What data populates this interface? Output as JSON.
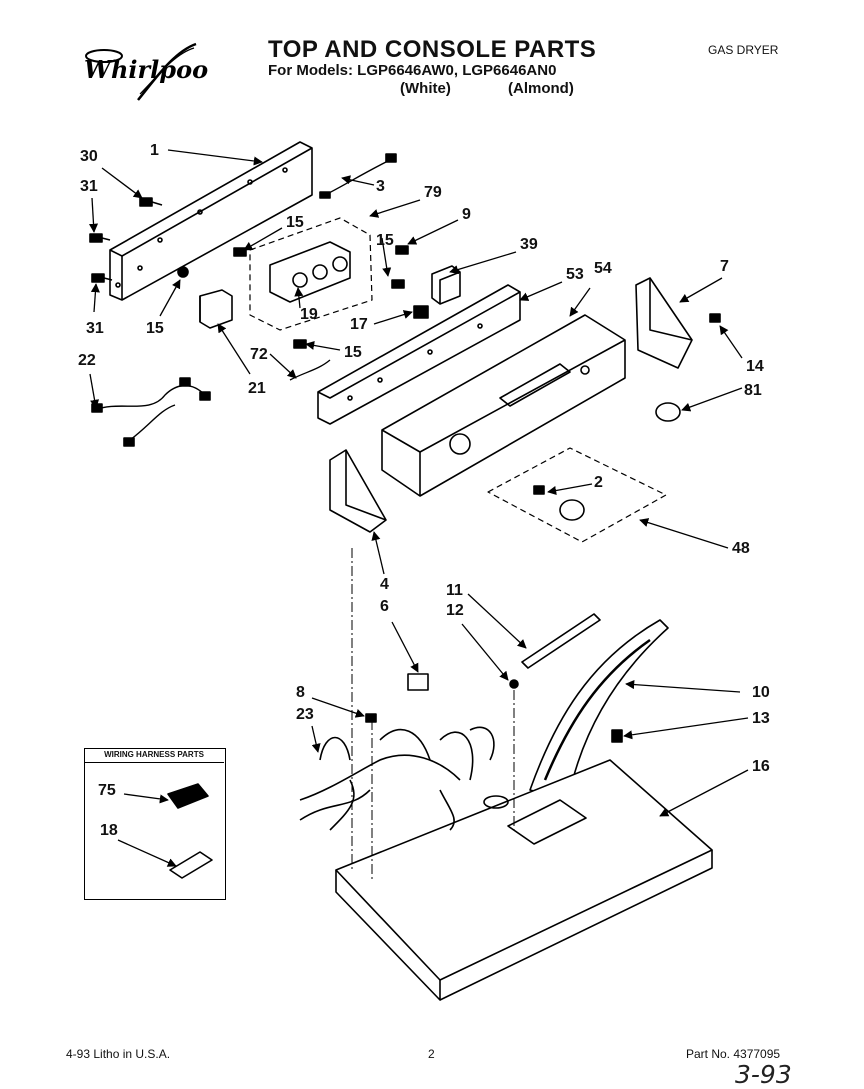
{
  "header": {
    "brand": "Whirlpool",
    "title": "TOP AND CONSOLE PARTS",
    "models_line": "For Models: LGP6646AW0, LGP6646AN0",
    "variant_white": "(White)",
    "variant_almond": "(Almond)",
    "product_type": "GAS DRYER"
  },
  "wiring_box": {
    "title": "WIRING HARNESS PARTS"
  },
  "callouts": {
    "c1": "1",
    "c2": "2",
    "c3": "3",
    "c4": "4",
    "c6": "6",
    "c7": "7",
    "c8": "8",
    "c9": "9",
    "c10": "10",
    "c11": "11",
    "c12": "12",
    "c13": "13",
    "c14": "14",
    "c15a": "15",
    "c15b": "15",
    "c15c": "15",
    "c15d": "15",
    "c16": "16",
    "c17": "17",
    "c18": "18",
    "c19": "19",
    "c21": "21",
    "c22": "22",
    "c23": "23",
    "c30": "30",
    "c31a": "31",
    "c31b": "31",
    "c39": "39",
    "c48": "48",
    "c53": "53",
    "c54": "54",
    "c72": "72",
    "c75": "75",
    "c79": "79",
    "c81": "81"
  },
  "footer": {
    "litho": "4-93 Litho in U.S.A.",
    "page": "2",
    "part_no": "Part No. 4377095",
    "handwritten": "3-93"
  }
}
